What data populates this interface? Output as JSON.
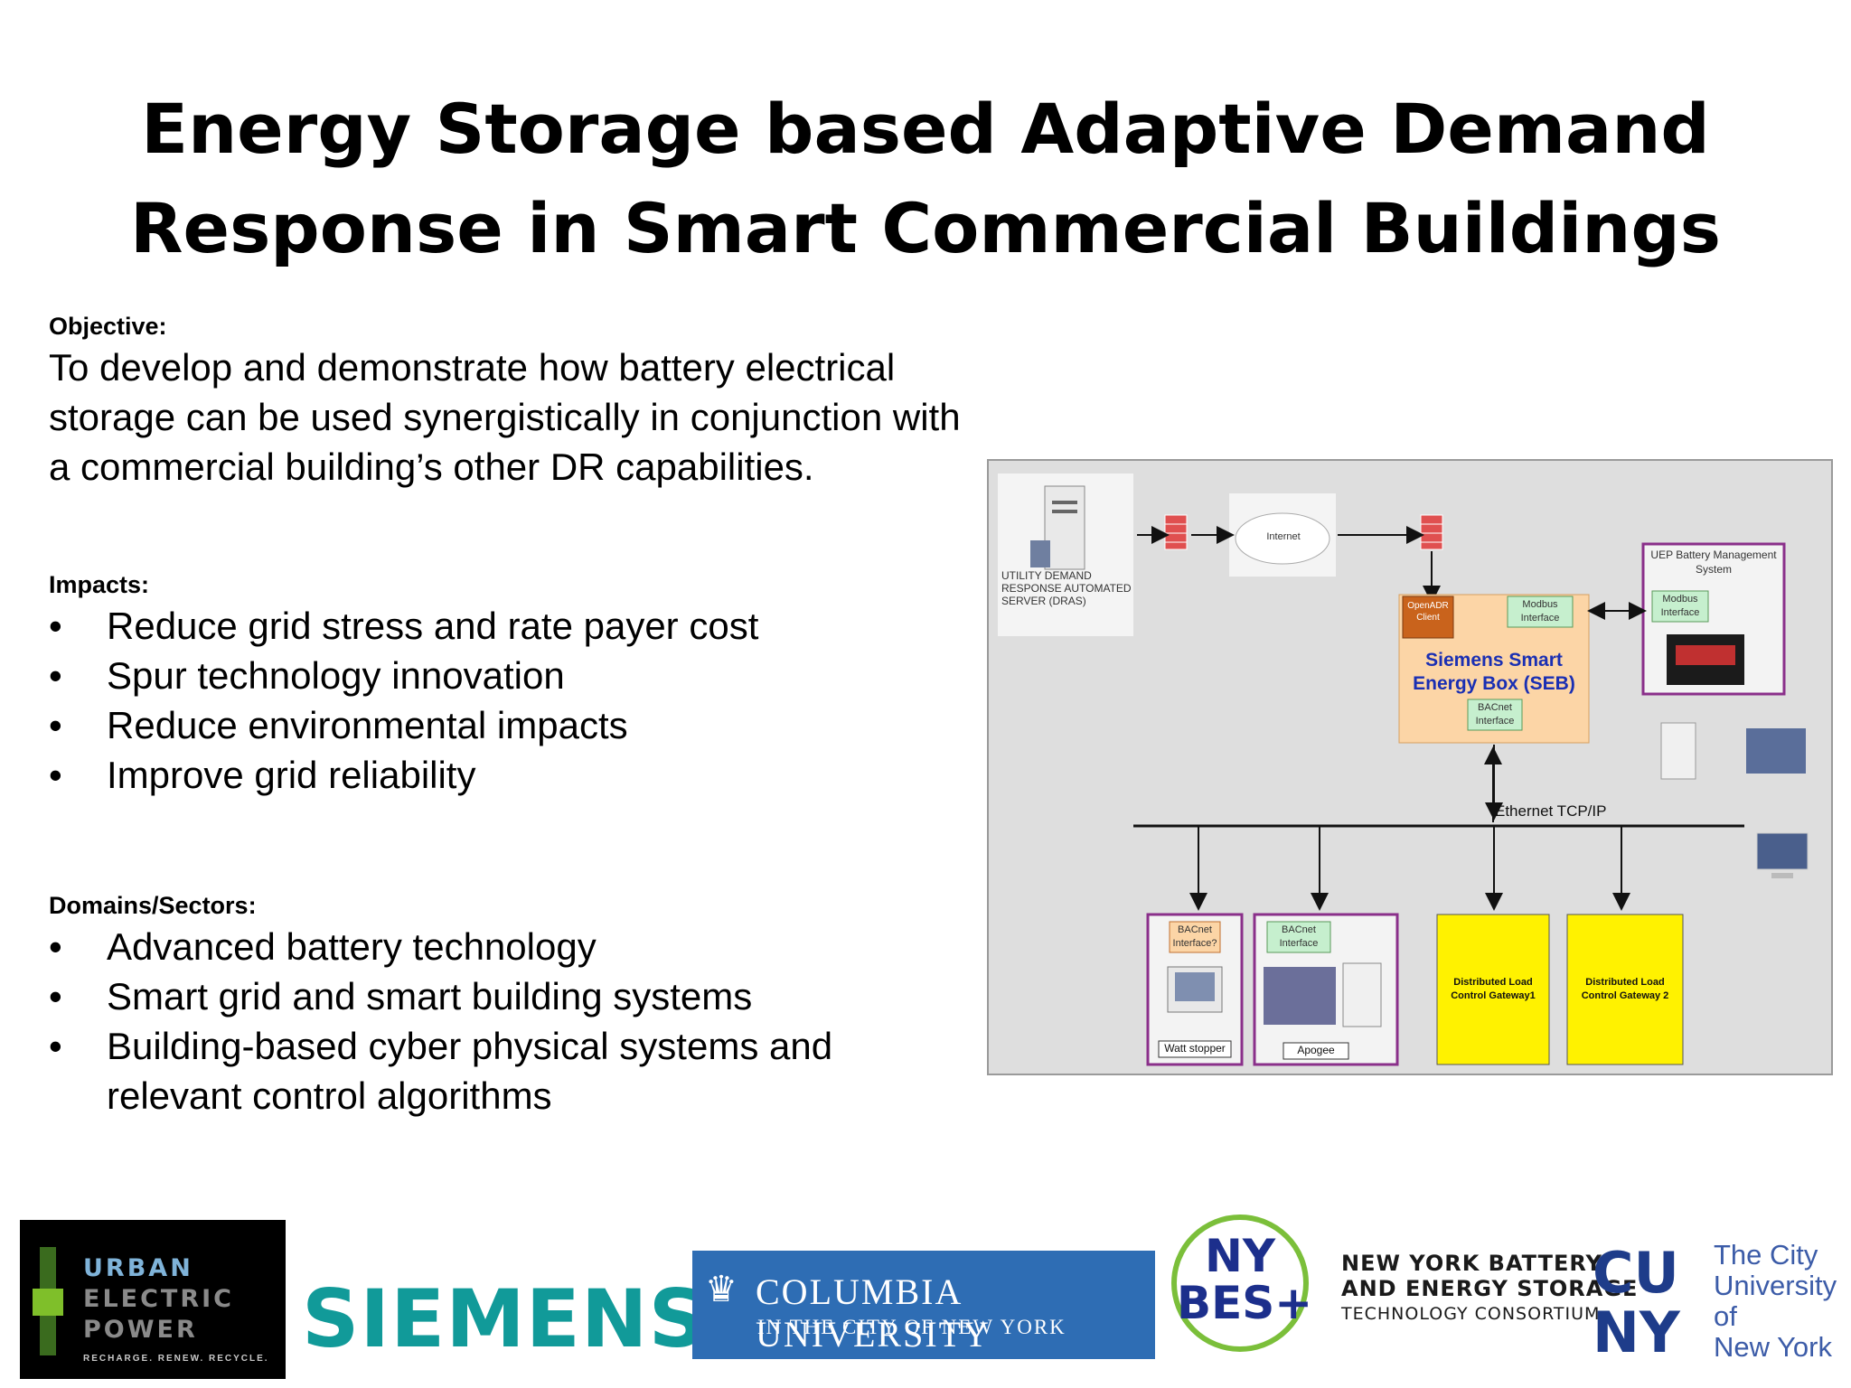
{
  "title": {
    "line1": "Energy Storage based Adaptive Demand",
    "line2": "Response in Smart Commercial Buildings"
  },
  "objective": {
    "label": "Objective:",
    "text": "To develop and demonstrate how battery electrical storage can be used synergistically in conjunction with a commercial building’s other DR capabilities."
  },
  "impacts": {
    "label": "Impacts:",
    "items": [
      "Reduce grid stress and rate payer cost",
      "Spur technology innovation",
      "Reduce environmental impacts",
      "Improve grid reliability"
    ]
  },
  "domains": {
    "label": "Domains/Sectors:",
    "items": [
      "Advanced battery technology",
      "Smart grid and smart building systems",
      "Building-based cyber physical systems and relevant control algorithms"
    ]
  },
  "diagram": {
    "dras_label": "UTILITY DEMAND RESPONSE AUTOMATED SERVER (DRAS)",
    "internet": "Internet",
    "openadr": "OpenADR Client",
    "modbus_left": "Modbus Interface",
    "modbus_right": "Modbus Interface",
    "uep_bms": "UEP Battery Management System",
    "seb_line1": "Siemens Smart",
    "seb_line2": "Energy Box (SEB)",
    "bacnet_seb": "BACnet Interface",
    "ethernet": "Ethernet TCP/IP",
    "bacnet_1": "BACnet Interface?",
    "bacnet_2": "BACnet Interface",
    "watt_stopper": "Watt stopper",
    "apogee": "Apogee",
    "gateway1": "Distributed Load Control Gateway1",
    "gateway2": "Distributed Load Control Gateway 2"
  },
  "logos": {
    "uep_words": [
      "URBAN",
      "ELECTRIC",
      "POWER"
    ],
    "uep_tagline": "RECHARGE. RENEW. RECYCLE.",
    "siemens": "SIEMENS",
    "columbia_line1": "COLUMBIA UNIVERSITY",
    "columbia_line2": "IN THE CITY OF NEW YORK",
    "nybes_mark_1": "NY",
    "nybes_mark_2": "BES+",
    "nybes_line1": "NEW YORK BATTERY",
    "nybes_line2": "AND ENERGY STORAGE",
    "nybes_line3": "TECHNOLOGY CONSORTIUM",
    "cuny_mark_1": "CU",
    "cuny_mark_2": "NY",
    "cuny_line1": "The City",
    "cuny_line2": "University",
    "cuny_line3": "of",
    "cuny_line4": "New York"
  },
  "colors": {
    "gateway_yellow": "#fff200",
    "seb_orange": "#fcd5a6",
    "purple_border": "#8a2f8a",
    "siemens_teal": "#119a99",
    "columbia_blue": "#2e6db4",
    "nybes_green": "#7bbf3a"
  }
}
